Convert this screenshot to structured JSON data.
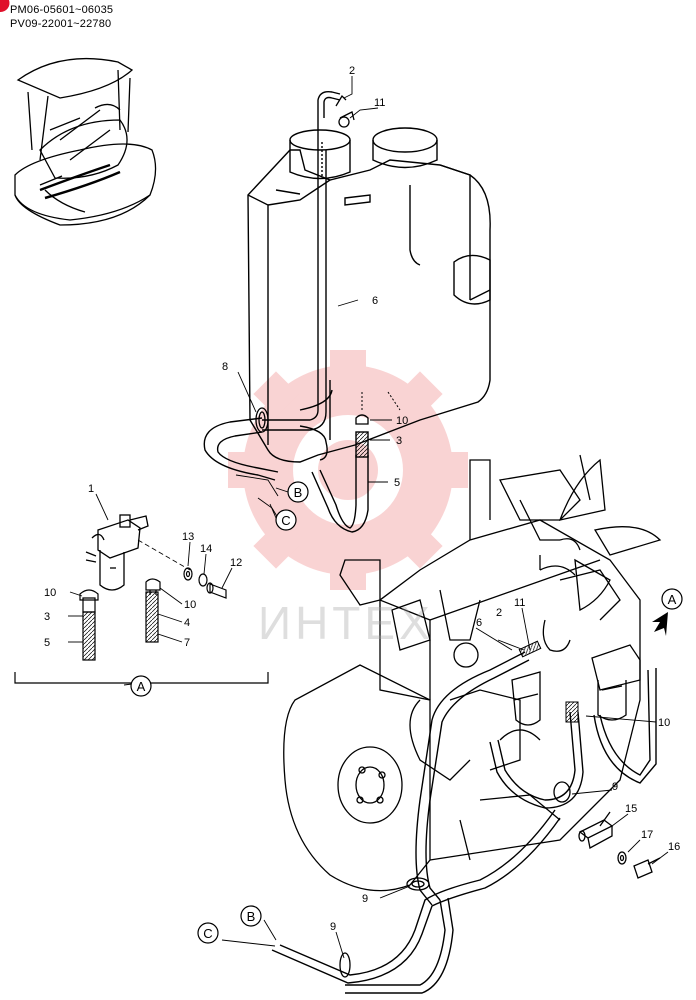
{
  "header": {
    "serial_line_1": "PM06-05601~06035",
    "serial_line_2": "PV09-22001~22780"
  },
  "watermark": {
    "text": "ИНТЕХ",
    "color": "#e83a3a"
  },
  "callouts": {
    "c2_top": "2",
    "c11_top": "11",
    "c6_tank": "6",
    "c8": "8",
    "c10_tank": "10",
    "c3_tank": "3",
    "c5_tank": "5",
    "c1": "1",
    "c13": "13",
    "c14": "14",
    "c12": "12",
    "c10_inset_left": "10",
    "c10_inset_right": "10",
    "c3_inset": "3",
    "c4": "4",
    "c5_inset": "5",
    "c7": "7",
    "c2_engine": "2",
    "c11_engine": "11",
    "c6_engine": "6",
    "c10_engine": "10",
    "c9_right": "9",
    "c15": "15",
    "c17": "17",
    "c16": "16",
    "c9_left": "9",
    "c9_bottom": "9"
  },
  "circle_labels": {
    "B_tank": "B",
    "C_tank": "C",
    "A_inset": "A",
    "A_view": "A",
    "B_bottom": "B",
    "C_bottom": "C"
  }
}
